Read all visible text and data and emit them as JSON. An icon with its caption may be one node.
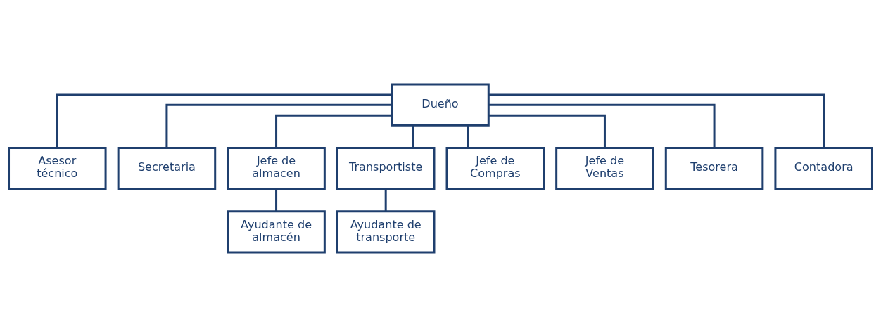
{
  "diagram": {
    "nodes": [
      {
        "text": [
          "Dueño"
        ]
      },
      {
        "text": [
          "Asesor técnico"
        ]
      },
      {
        "text": [
          "Secretaria"
        ]
      },
      {
        "text": [
          "Jefe de almacen"
        ]
      },
      {
        "text": [
          "Transportiste"
        ]
      },
      {
        "text": [
          "Jefe de Compras"
        ]
      },
      {
        "text": [
          "Jefe de Ventas"
        ]
      },
      {
        "text": [
          "Tesorera"
        ]
      },
      {
        "text": [
          "Contadora"
        ]
      },
      {
        "text": [
          "Ayudante de almacén"
        ]
      },
      {
        "text": [
          "Ayudante de transporte"
        ]
      }
    ],
    "edges": [
      {
        "from": 0,
        "to": 1,
        "arrow": "none"
      },
      {
        "from": 0,
        "to": 2,
        "arrow": "none"
      },
      {
        "from": 0,
        "to": 3,
        "arrow": "none"
      },
      {
        "from": 0,
        "to": 4,
        "arrow": "none"
      },
      {
        "from": 0,
        "to": 5,
        "arrow": "none"
      },
      {
        "from": 0,
        "to": 6,
        "arrow": "none"
      },
      {
        "from": 0,
        "to": 7,
        "arrow": "none"
      },
      {
        "from": 0,
        "to": 8,
        "arrow": "none"
      },
      {
        "from": 3,
        "to": 9,
        "arrow": "none"
      },
      {
        "from": 4,
        "to": 10,
        "arrow": "none"
      }
    ]
  }
}
